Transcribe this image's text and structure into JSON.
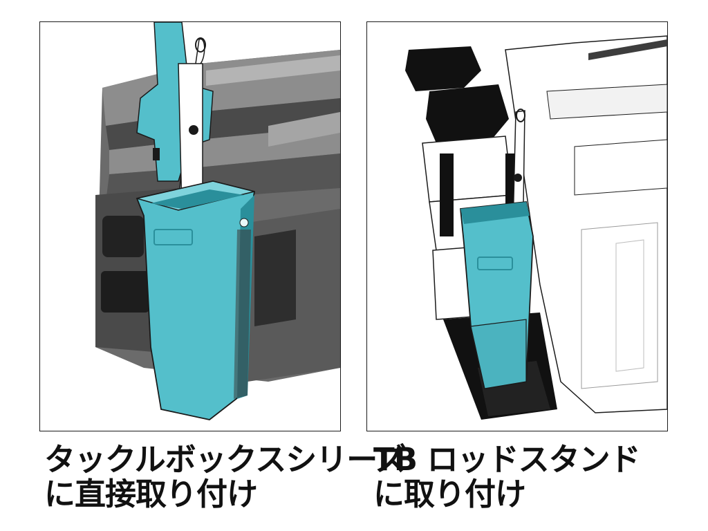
{
  "colors": {
    "holder": "#54bfcb",
    "holder_dark": "#2a8f9b",
    "box_dark": "#4a4a4a",
    "box_mid": "#6b6b6b",
    "box_light": "#8d8d8d",
    "black": "#111111",
    "line": "#1a1a1a",
    "white": "#ffffff",
    "grey_light": "#d8d8d8"
  },
  "illustrations": {
    "left": {
      "icon": "tackle-box-with-rod-holder-illustration"
    },
    "right": {
      "icon": "rod-stand-with-rod-holder-illustration"
    }
  },
  "captions": {
    "left": {
      "line1": "タックルボックスシリーズ",
      "line2": "に直接取り付け"
    },
    "right": {
      "line1": "TB ロッドスタンド",
      "line2": "に取り付け"
    }
  }
}
